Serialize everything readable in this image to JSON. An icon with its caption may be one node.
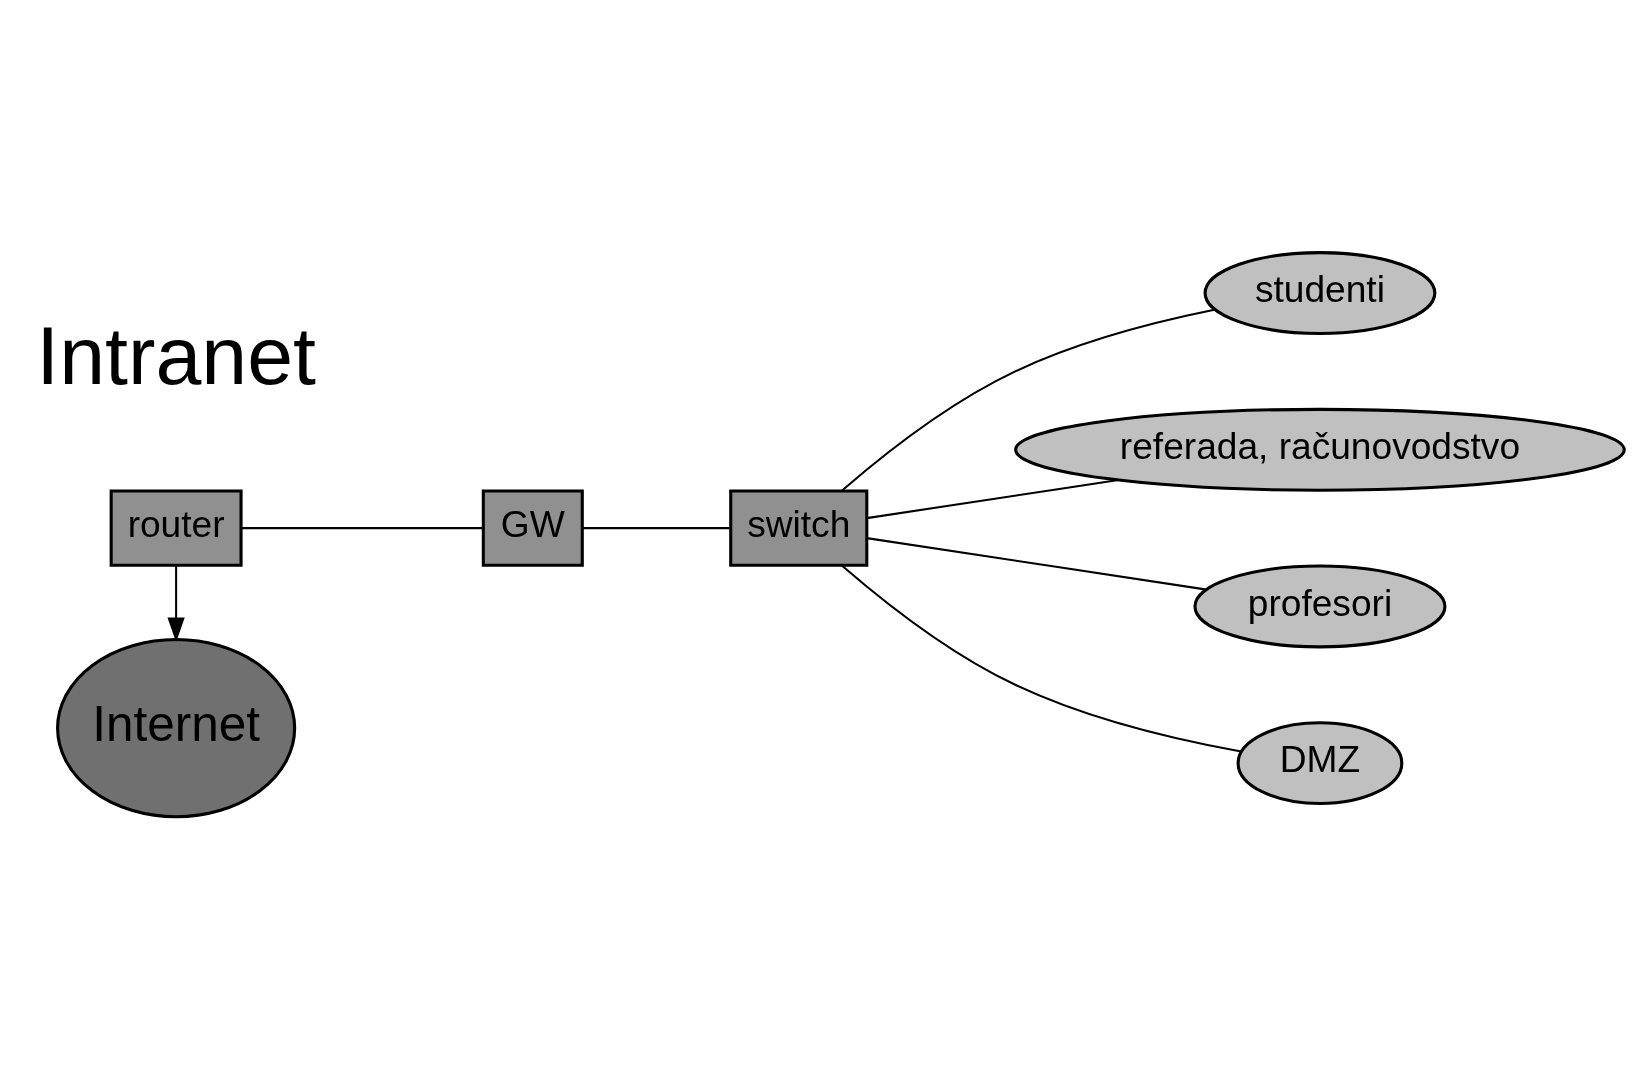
{
  "diagram": {
    "nodes": [
      {
        "text": [
          "Internet"
        ]
      },
      {
        "text": [
          "router"
        ]
      },
      {
        "text": [
          "GW"
        ]
      },
      {
        "text": [
          "switch"
        ]
      },
      {
        "text": [
          "studenti"
        ]
      },
      {
        "text": [
          "referada, računovodstvo"
        ]
      },
      {
        "text": [
          "profesori"
        ]
      },
      {
        "text": [
          "DMZ"
        ]
      }
    ],
    "edges": [
      {
        "from": 1,
        "to": 0,
        "arrow": "to"
      },
      {
        "from": 1,
        "to": 2,
        "arrow": "none"
      },
      {
        "from": 2,
        "to": 3,
        "arrow": "none"
      },
      {
        "from": 3,
        "to": 4,
        "arrow": "none"
      },
      {
        "from": 3,
        "to": 5,
        "arrow": "none"
      },
      {
        "from": 3,
        "to": 6,
        "arrow": "none"
      },
      {
        "from": 3,
        "to": 7,
        "arrow": "none"
      }
    ],
    "labels": [
      "Intranet"
    ]
  }
}
